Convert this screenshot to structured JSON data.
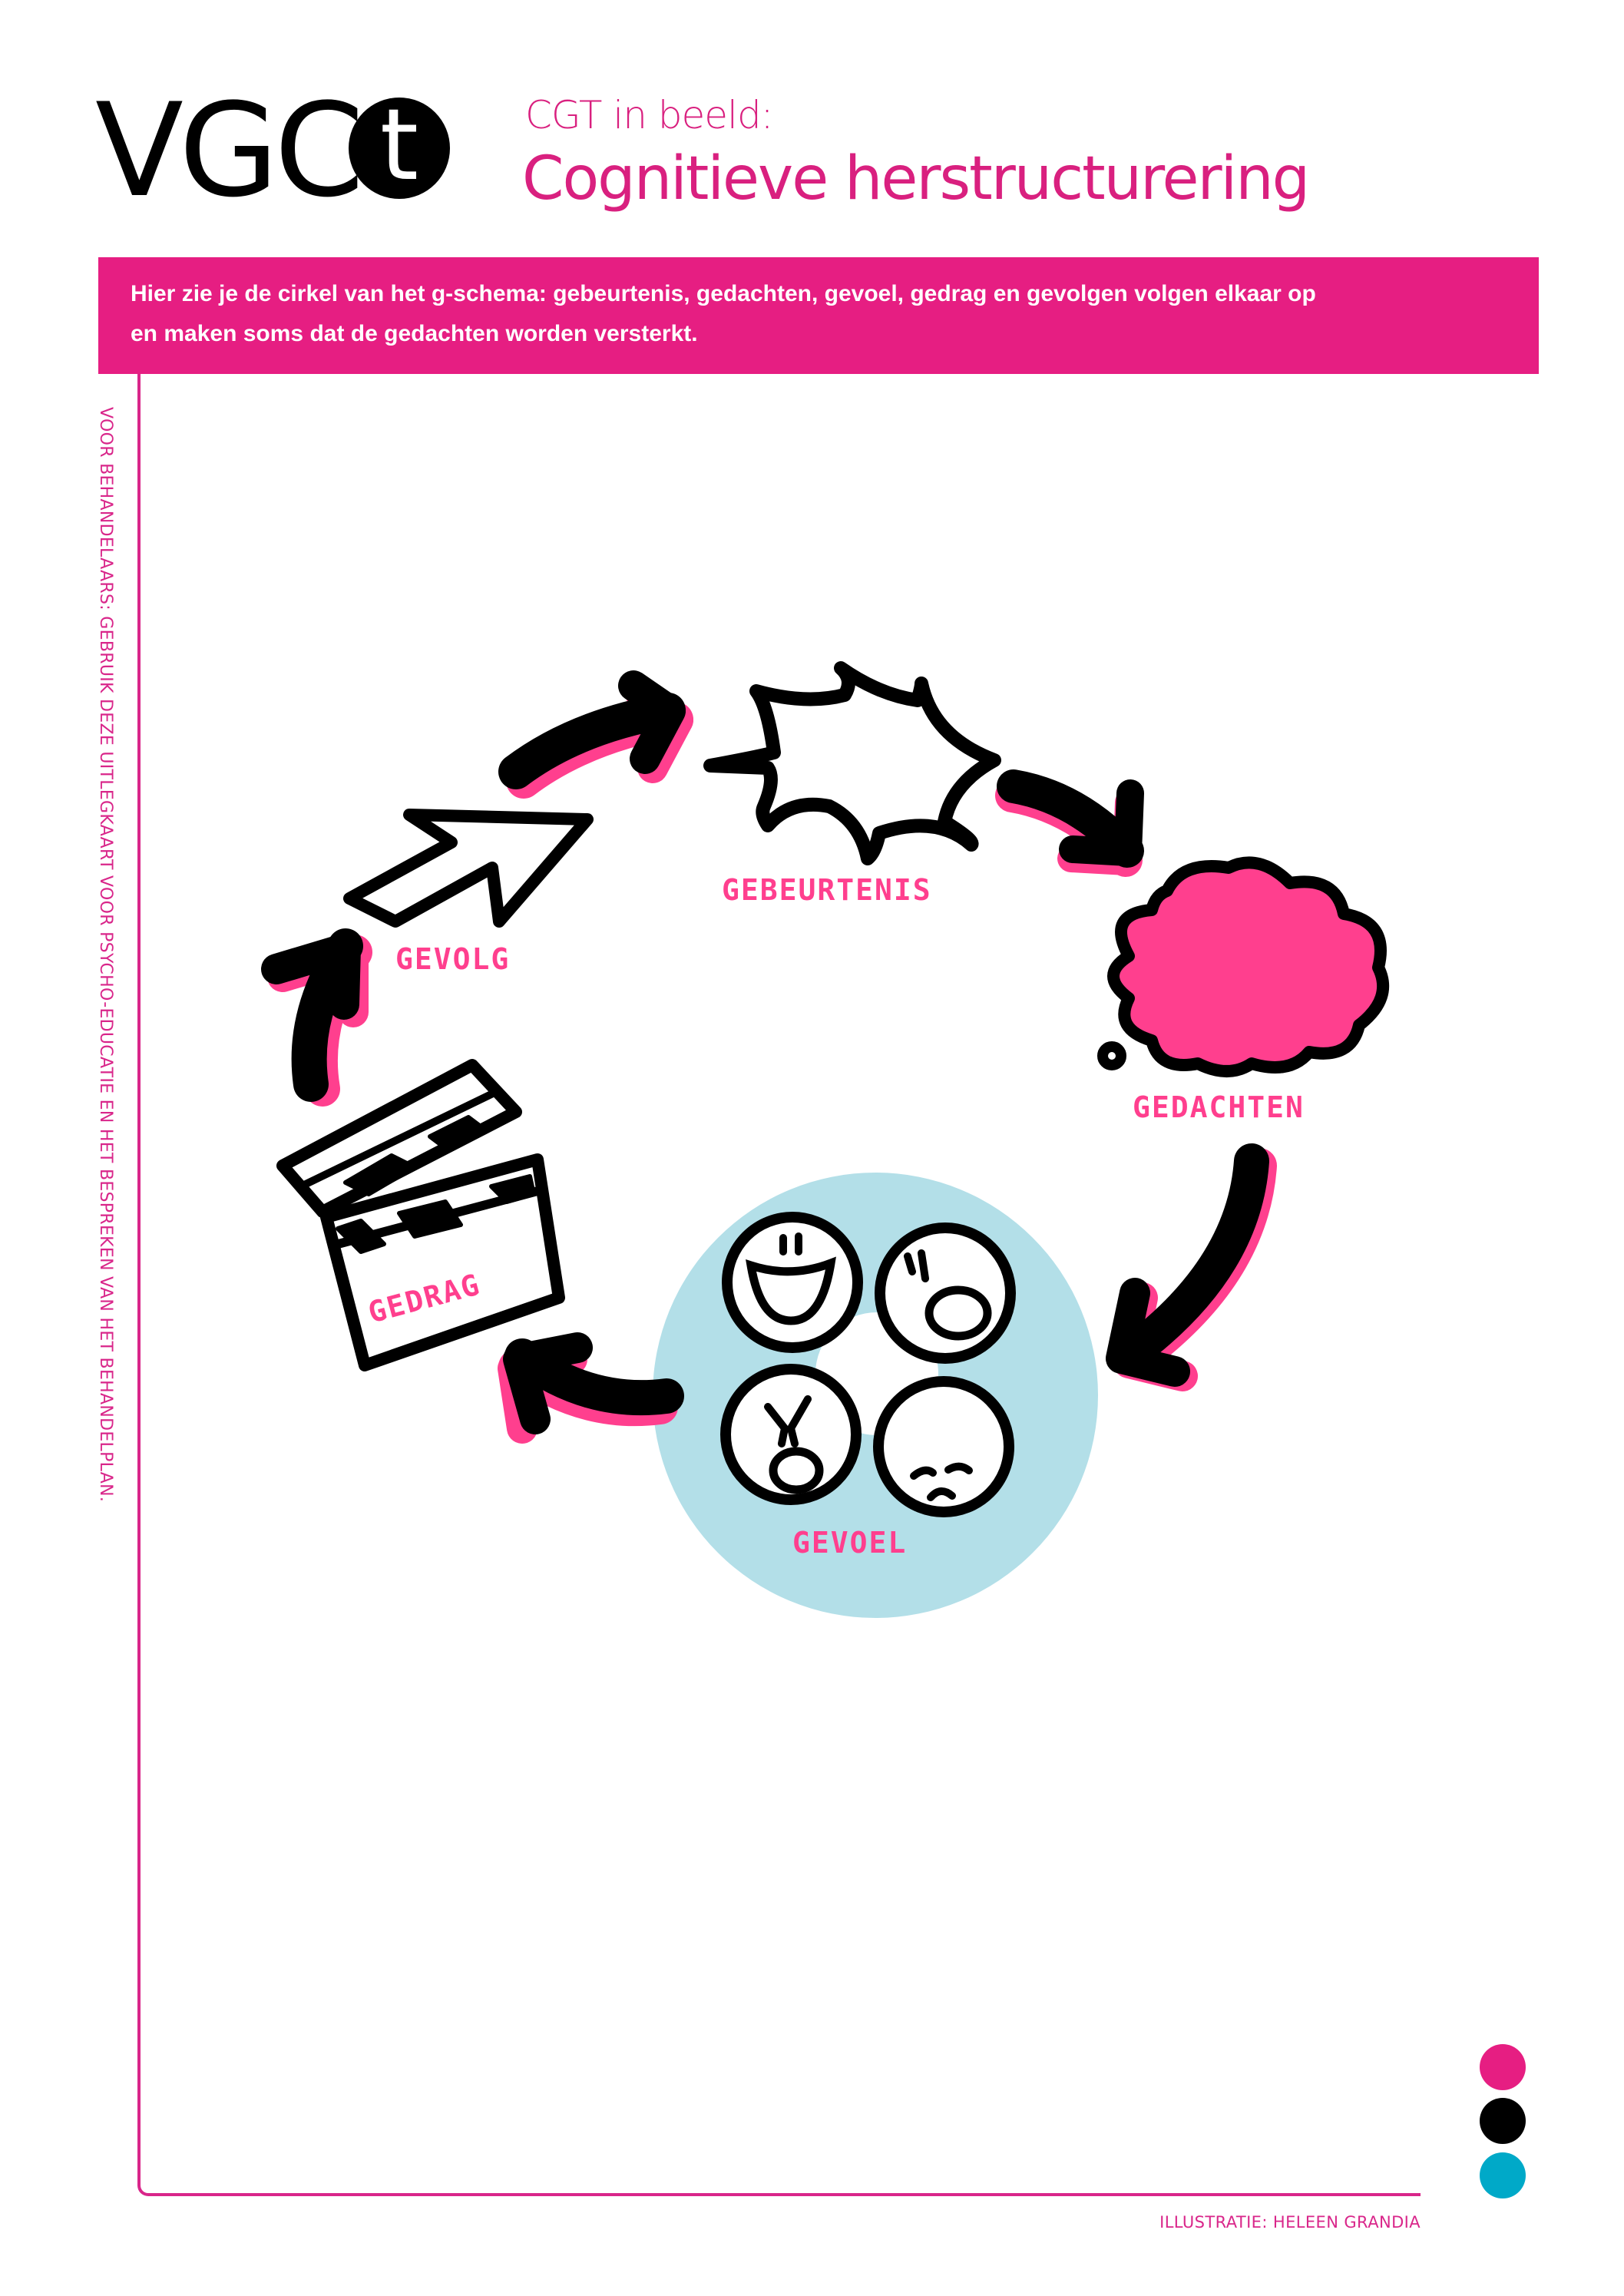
{
  "header": {
    "logo_text": "VGC",
    "logo_badge": "t",
    "subtitle": "CGT in beeld:",
    "title": "Cognitieve herstructurering"
  },
  "banner": {
    "line1": "Hier zie je de cirkel van het g-schema: gebeurtenis, gedachten, gevoel, gedrag en gevolgen volgen elkaar op",
    "line2": "en maken soms dat de gedachten worden versterkt."
  },
  "side_note": "VOOR BEHANDELAARS: GEBRUIK DEZE UITLEGKAART VOOR PSYCHO-EDUCATIE EN HET BESPREKEN VAN HET BEHANDELPLAN.",
  "diagram": {
    "nodes": [
      {
        "id": "gebeurtenis",
        "label": "GEBEURTENIS",
        "icon": "explosion-icon"
      },
      {
        "id": "gedachten",
        "label": "GEDACHTEN",
        "icon": "thought-cloud-icon"
      },
      {
        "id": "gevoel",
        "label": "GEVOEL",
        "icon": "emotion-faces-icon"
      },
      {
        "id": "gedrag",
        "label": "GEDRAG",
        "icon": "clapperboard-icon"
      },
      {
        "id": "gevolg",
        "label": "GEVOLG",
        "icon": "outline-arrow-icon"
      }
    ],
    "flow": [
      "gebeurtenis",
      "gedachten",
      "gevoel",
      "gedrag",
      "gevolg",
      "gebeurtenis"
    ]
  },
  "footer": {
    "credit": "ILLUSTRATIE: HELEEN GRANDIA"
  },
  "colors": {
    "brand_pink": "#e61e82",
    "label_pink": "#ff3f8e",
    "black": "#000000",
    "cyan": "#00a9c8",
    "gevoel_bg": "#b3dfe8"
  }
}
